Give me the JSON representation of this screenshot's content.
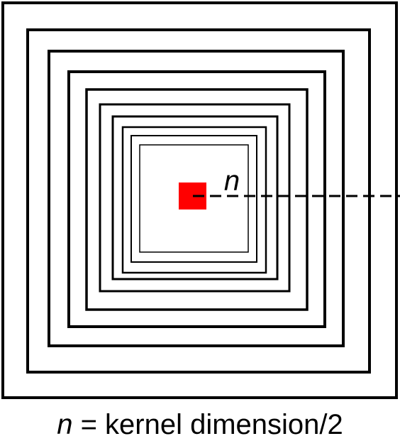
{
  "diagram": {
    "variable_label": "n",
    "square_count": 9,
    "colors": {
      "stroke": "#000000",
      "center_marker": "#ff0000",
      "background": "#ffffff"
    }
  },
  "caption": {
    "variable": "n",
    "text": " = kernel dimension/2"
  }
}
